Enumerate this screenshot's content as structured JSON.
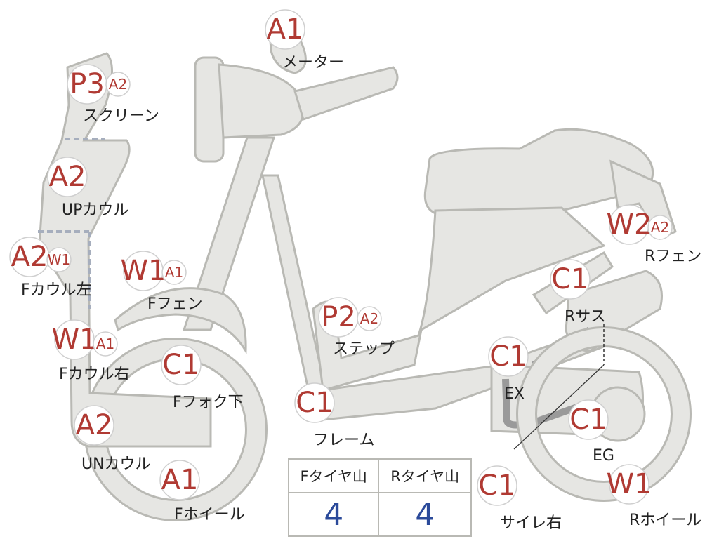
{
  "badges": [
    {
      "code": "A1",
      "sub": "",
      "label": "メーター"
    },
    {
      "code": "P3",
      "sub": "A2",
      "label": "スクリーン"
    },
    {
      "code": "A2",
      "sub": "",
      "label": "UPカウル"
    },
    {
      "code": "A2",
      "sub": "W1",
      "label": "Fカウル左"
    },
    {
      "code": "W1",
      "sub": "A1",
      "label": "Fフェン"
    },
    {
      "code": "W1",
      "sub": "A1",
      "label": "Fカウル右"
    },
    {
      "code": "C1",
      "sub": "",
      "label": "Fフォク下"
    },
    {
      "code": "A2",
      "sub": "",
      "label": "UNカウル"
    },
    {
      "code": "A1",
      "sub": "",
      "label": "Fホイール"
    },
    {
      "code": "P2",
      "sub": "A2",
      "label": "ステップ"
    },
    {
      "code": "C1",
      "sub": "",
      "label": "フレーム"
    },
    {
      "code": "W2",
      "sub": "A2",
      "label": "Rフェン"
    },
    {
      "code": "C1",
      "sub": "",
      "label": "Rサス"
    },
    {
      "code": "C1",
      "sub": "",
      "label": "EX"
    },
    {
      "code": "C1",
      "sub": "",
      "label": "EG"
    },
    {
      "code": "C1",
      "sub": "",
      "label": "サイレ右"
    },
    {
      "code": "W1",
      "sub": "",
      "label": "Rホイール"
    }
  ],
  "tire_table": {
    "headers": [
      "Fタイヤ山",
      "Rタイヤ山"
    ],
    "values": [
      "4",
      "4"
    ]
  }
}
